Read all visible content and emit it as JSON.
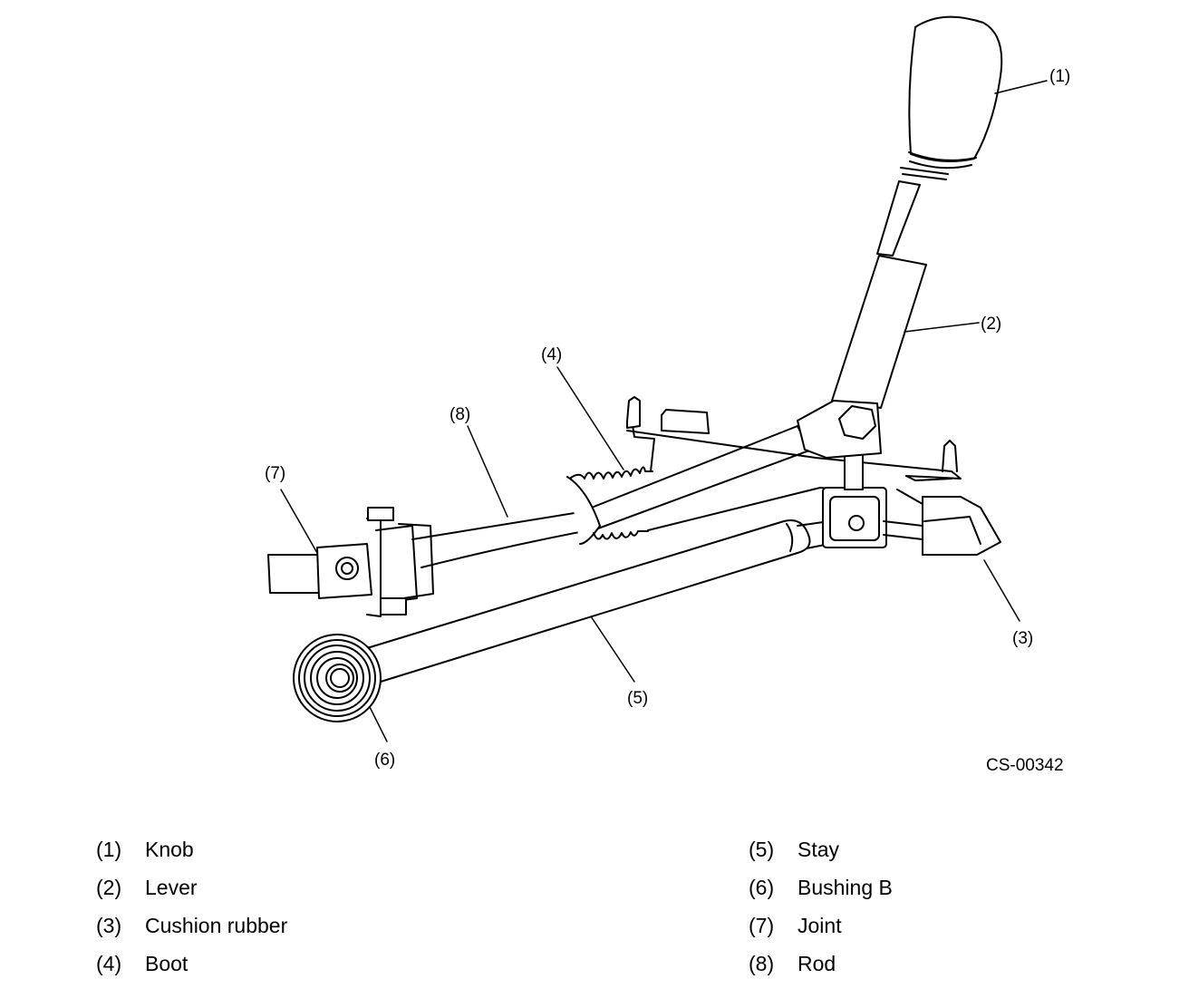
{
  "diagram": {
    "callouts": [
      {
        "num": "(1)"
      },
      {
        "num": "(2)"
      },
      {
        "num": "(3)"
      },
      {
        "num": "(4)"
      },
      {
        "num": "(5)"
      },
      {
        "num": "(6)"
      },
      {
        "num": "(7)"
      },
      {
        "num": "(8)"
      }
    ],
    "figure_id": "CS-00342"
  },
  "legend": [
    {
      "num": "(1)",
      "label": "Knob"
    },
    {
      "num": "(2)",
      "label": "Lever"
    },
    {
      "num": "(3)",
      "label": "Cushion rubber"
    },
    {
      "num": "(4)",
      "label": "Boot"
    },
    {
      "num": "(5)",
      "label": "Stay"
    },
    {
      "num": "(6)",
      "label": "Bushing B"
    },
    {
      "num": "(7)",
      "label": "Joint"
    },
    {
      "num": "(8)",
      "label": "Rod"
    }
  ]
}
